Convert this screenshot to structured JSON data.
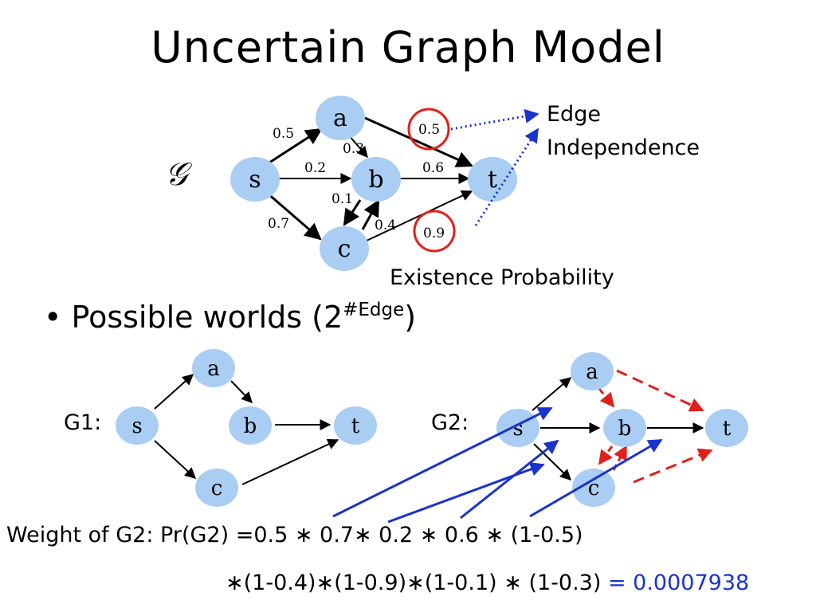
{
  "title": "Uncertain Graph Model",
  "graph_symbol": "𝒢",
  "nodes": {
    "s": "s",
    "a": "a",
    "b": "b",
    "c": "c",
    "t": "t"
  },
  "edge_probabilities": {
    "s_a": "0.5",
    "s_b": "0.2",
    "s_c": "0.7",
    "a_b": "0.3",
    "a_t": "0.5",
    "b_t": "0.6",
    "b_c": "0.1",
    "c_b": "0.4",
    "c_t": "0.9"
  },
  "annotations": {
    "edge_independence_line1": "Edge",
    "edge_independence_line2": "Independence",
    "existence_probability": "Existence Probability"
  },
  "bullet": {
    "marker": "•",
    "text": "Possible worlds (2",
    "superscript": "#Edge",
    "close": ")"
  },
  "worlds": {
    "g1_label": "G1:",
    "g2_label": "G2:"
  },
  "formula": {
    "line1": "Weight of G2: Pr(G2) =0.5 ∗ 0.7∗  0.2  ∗ 0.6  ∗ (1-0.5)",
    "line2": "∗(1-0.4)∗(1-0.9)∗(1-0.1) ∗ (1-0.3)",
    "result": " = 0.0007938"
  },
  "colors": {
    "node_fill": "#a9cdf3",
    "circle_highlight": "#e0201c",
    "blue_arrow": "#1a33cc",
    "red_dashed": "#e0201c",
    "result_text": "#1a33cc"
  }
}
